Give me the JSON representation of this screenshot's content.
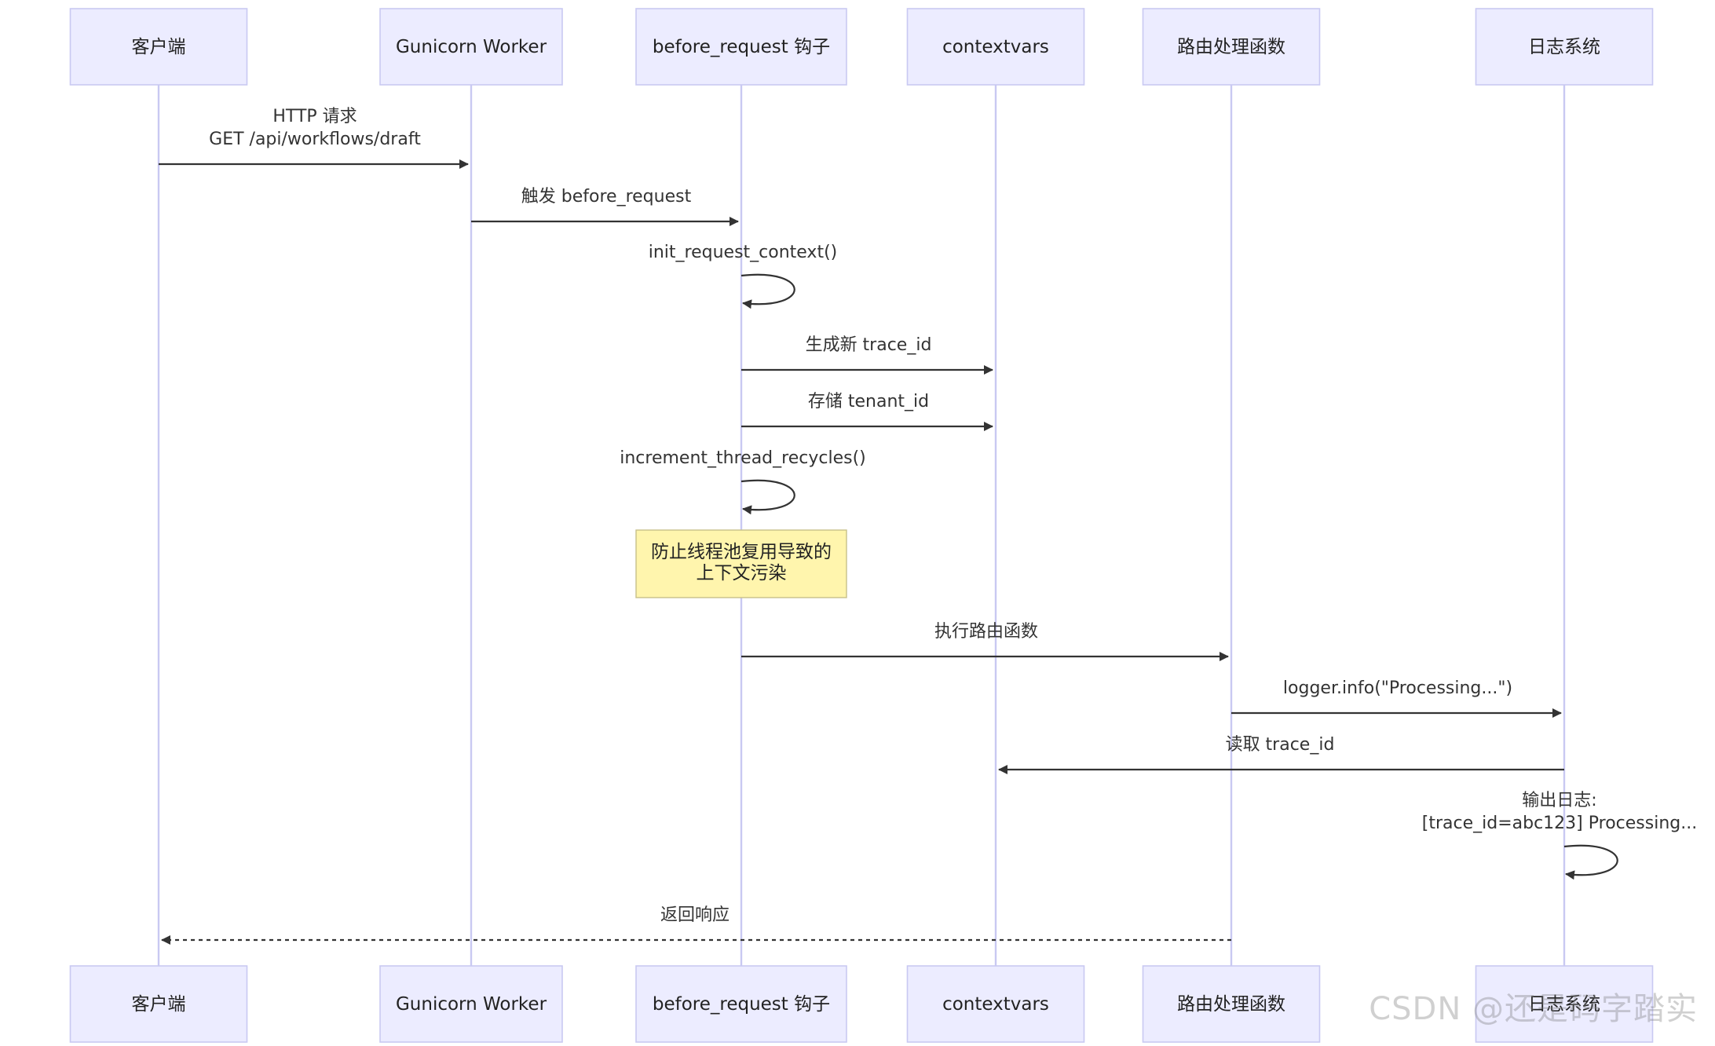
{
  "participants": [
    {
      "id": "client",
      "label": "客户端"
    },
    {
      "id": "worker",
      "label": "Gunicorn Worker"
    },
    {
      "id": "hook",
      "label": "before_request 钩子"
    },
    {
      "id": "ctx",
      "label": "contextvars"
    },
    {
      "id": "route",
      "label": "路由处理函数"
    },
    {
      "id": "log",
      "label": "日志系统"
    }
  ],
  "messages": [
    {
      "from": "client",
      "to": "worker",
      "lines": [
        "HTTP 请求",
        "GET /api/workflows/draft"
      ],
      "style": "solid"
    },
    {
      "from": "worker",
      "to": "hook",
      "lines": [
        "触发 before_request"
      ],
      "style": "solid"
    },
    {
      "from": "hook",
      "to": "hook",
      "lines": [
        "init_request_context()"
      ],
      "style": "self"
    },
    {
      "from": "hook",
      "to": "ctx",
      "lines": [
        "生成新 trace_id"
      ],
      "style": "solid"
    },
    {
      "from": "hook",
      "to": "ctx",
      "lines": [
        "存储 tenant_id"
      ],
      "style": "solid"
    },
    {
      "from": "hook",
      "to": "hook",
      "lines": [
        "increment_thread_recycles()"
      ],
      "style": "self"
    },
    {
      "from": "hook",
      "to": "route",
      "lines": [
        "执行路由函数"
      ],
      "style": "solid"
    },
    {
      "from": "route",
      "to": "log",
      "lines": [
        "logger.info(\"Processing...\")"
      ],
      "style": "solid"
    },
    {
      "from": "log",
      "to": "ctx",
      "lines": [
        "读取 trace_id"
      ],
      "style": "solid"
    },
    {
      "from": "log",
      "to": "log",
      "lines": [
        "输出日志:",
        "[trace_id=abc123] Processing..."
      ],
      "style": "self"
    },
    {
      "from": "route",
      "to": "client",
      "lines": [
        "返回响应"
      ],
      "style": "dashed"
    }
  ],
  "note": {
    "over": "hook",
    "lines": [
      "防止线程池复用导致的",
      "上下文污染"
    ]
  },
  "watermark": "CSDN @还是码字踏实",
  "colors": {
    "actor_fill": "#ECECFF",
    "actor_stroke": "#C9C9F2",
    "note_fill": "#FFF5AD",
    "line": "#333333"
  }
}
